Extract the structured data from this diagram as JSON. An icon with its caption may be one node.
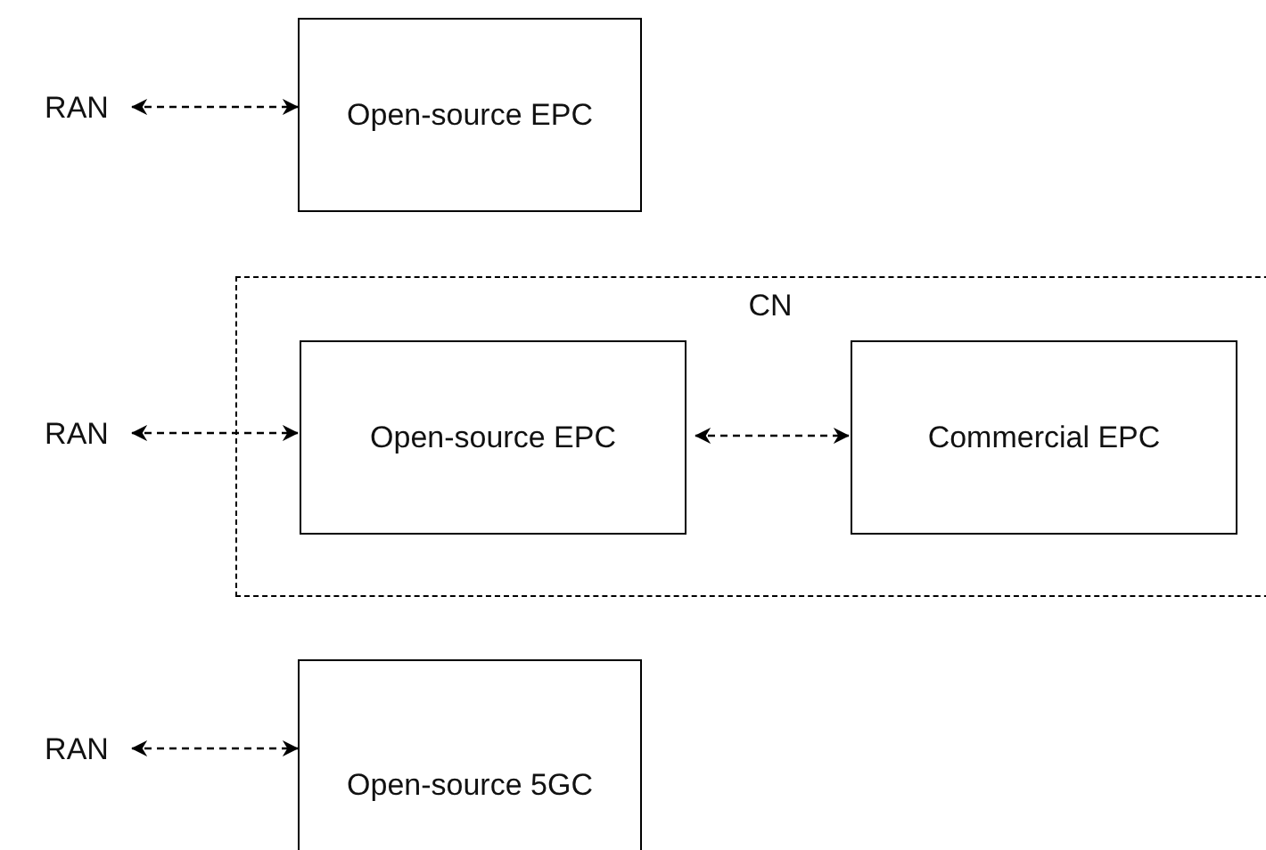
{
  "diagram": {
    "nodes": [
      {
        "text": [
          "RAN"
        ]
      },
      {
        "text": [
          "Open-source EPC"
        ]
      },
      {
        "text": [
          "CN"
        ]
      },
      {
        "text": [
          "RAN"
        ]
      },
      {
        "text": [
          "Open-source EPC"
        ],
        "in": 2
      },
      {
        "text": [
          "Commercial EPC"
        ],
        "in": 2
      },
      {
        "text": [
          "RAN"
        ]
      },
      {
        "text": [
          "Open-source 5GC"
        ]
      }
    ],
    "edges": [
      {
        "from": 0,
        "to": 1,
        "arrow": "both",
        "style": "dashed"
      },
      {
        "from": 3,
        "to": 4,
        "arrow": "both",
        "style": "dashed"
      },
      {
        "from": 4,
        "to": 5,
        "arrow": "both",
        "style": "dashed"
      },
      {
        "from": 6,
        "to": 7,
        "arrow": "both",
        "style": "dashed"
      }
    ]
  }
}
